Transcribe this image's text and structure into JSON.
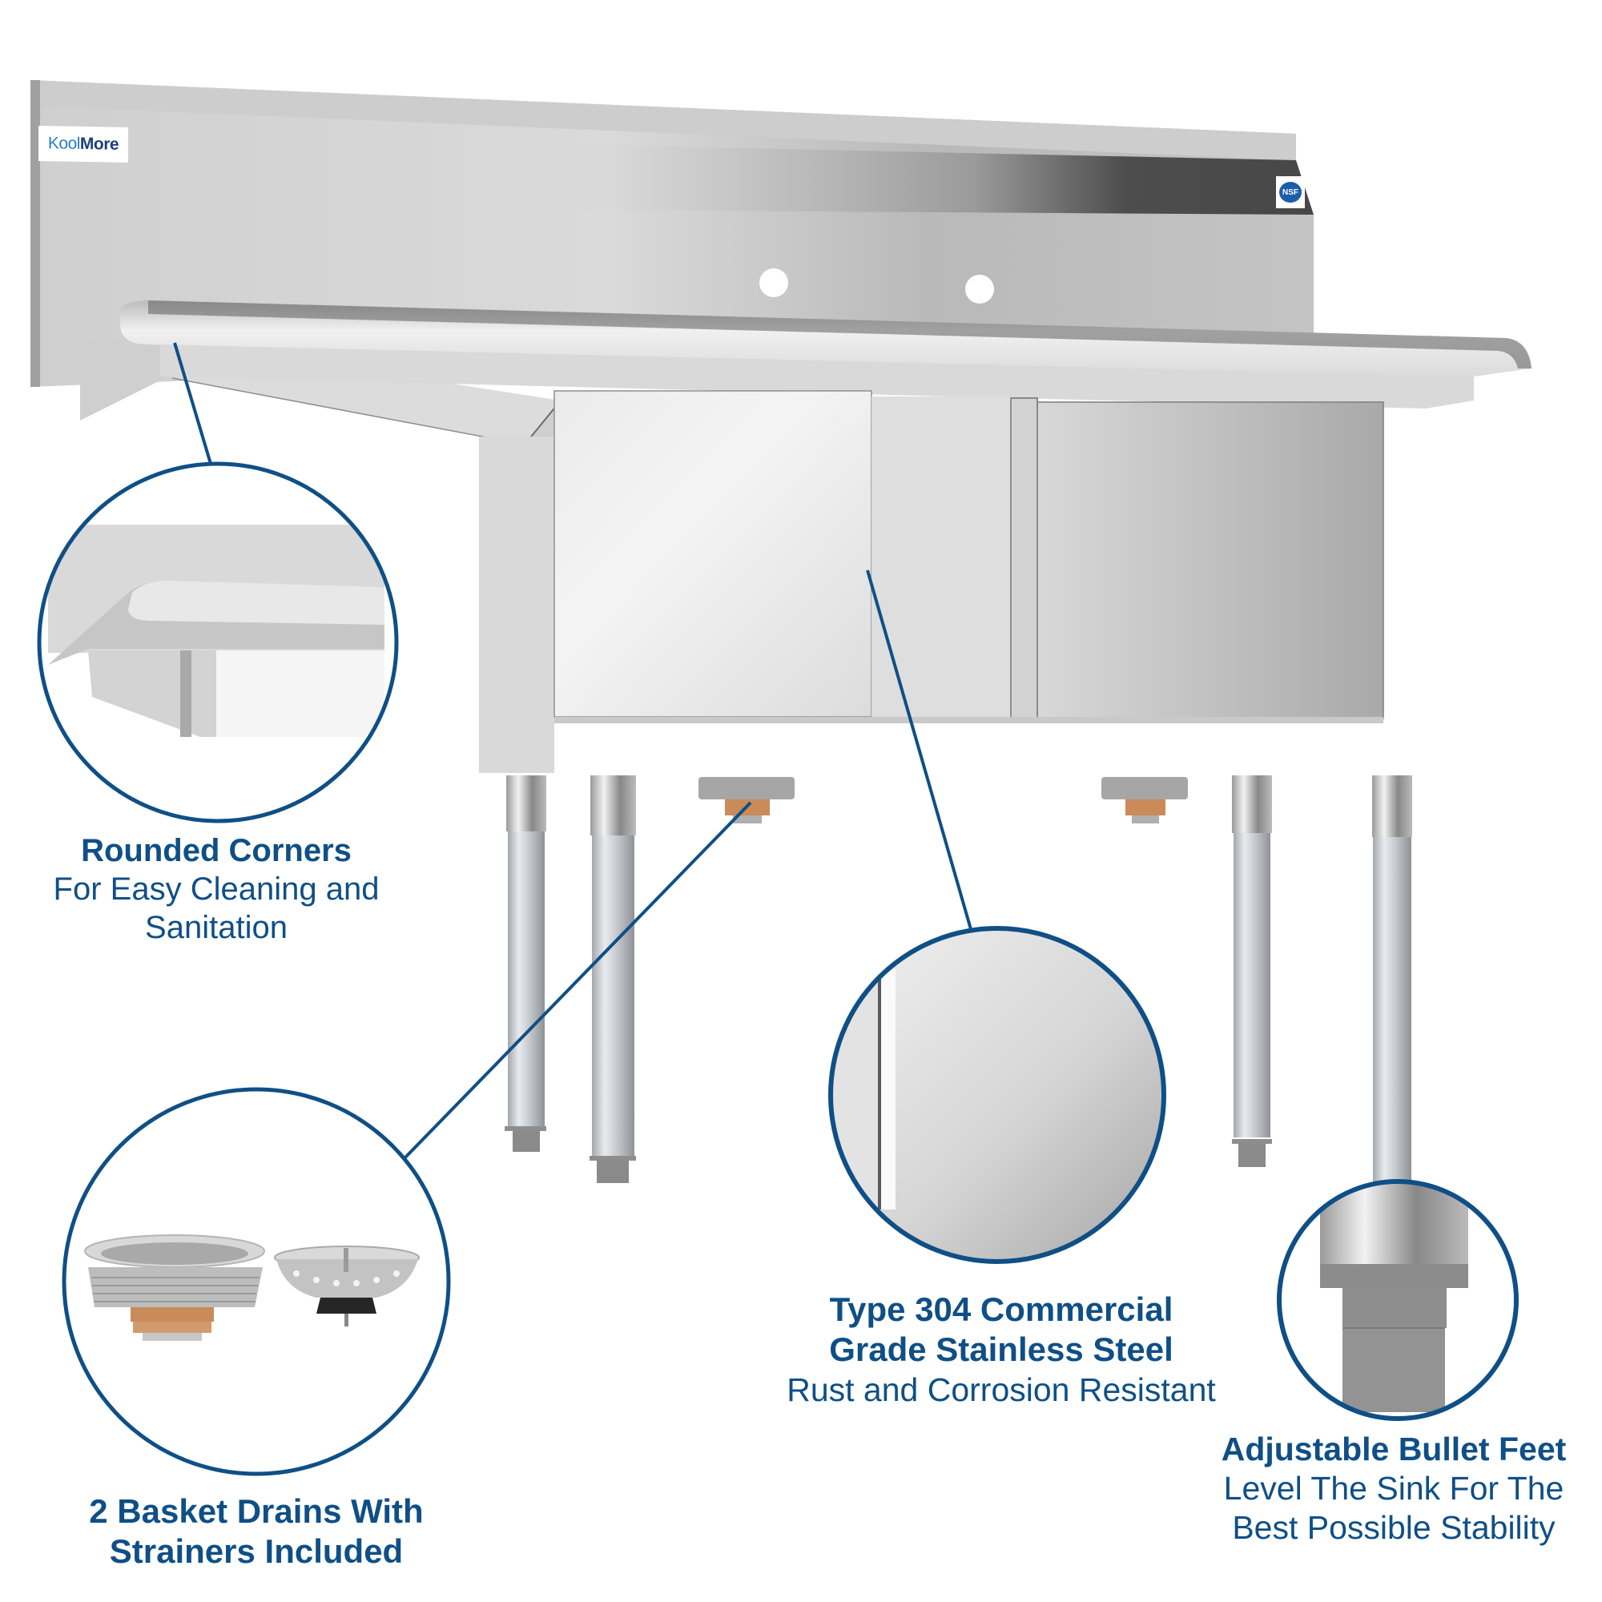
{
  "product": {
    "brand_logo": "KoolMore",
    "brand_logo_parts": {
      "light": "Kool",
      "bold": "More"
    },
    "certification_badge": "NSF"
  },
  "colors": {
    "accent_blue": "#0f4f86",
    "steel_light": "#e6e6e6",
    "steel_mid": "#c8c8c8",
    "steel_dark": "#4a4a4a",
    "brass": "#c98b5a",
    "background": "#ffffff"
  },
  "callouts": [
    {
      "id": "rounded-corners",
      "title": "Rounded Corners",
      "subtitle_lines": [
        "For Easy Cleaning and",
        "Sanitation"
      ],
      "detail_icon": "rounded-corner-detail"
    },
    {
      "id": "basket-drains",
      "title_lines": [
        "2 Basket Drains With",
        "Strainers Included"
      ],
      "detail_icon": "basket-drain-and-strainer"
    },
    {
      "id": "stainless-steel",
      "title_lines": [
        "Type 304 Commercial",
        "Grade Stainless Steel"
      ],
      "subtitle": "Rust and Corrosion Resistant",
      "detail_icon": "steel-surface-detail"
    },
    {
      "id": "bullet-feet",
      "title": "Adjustable Bullet Feet",
      "subtitle_lines": [
        "Level The Sink For The",
        "Best Possible Stability"
      ],
      "detail_icon": "bullet-foot-detail"
    }
  ]
}
